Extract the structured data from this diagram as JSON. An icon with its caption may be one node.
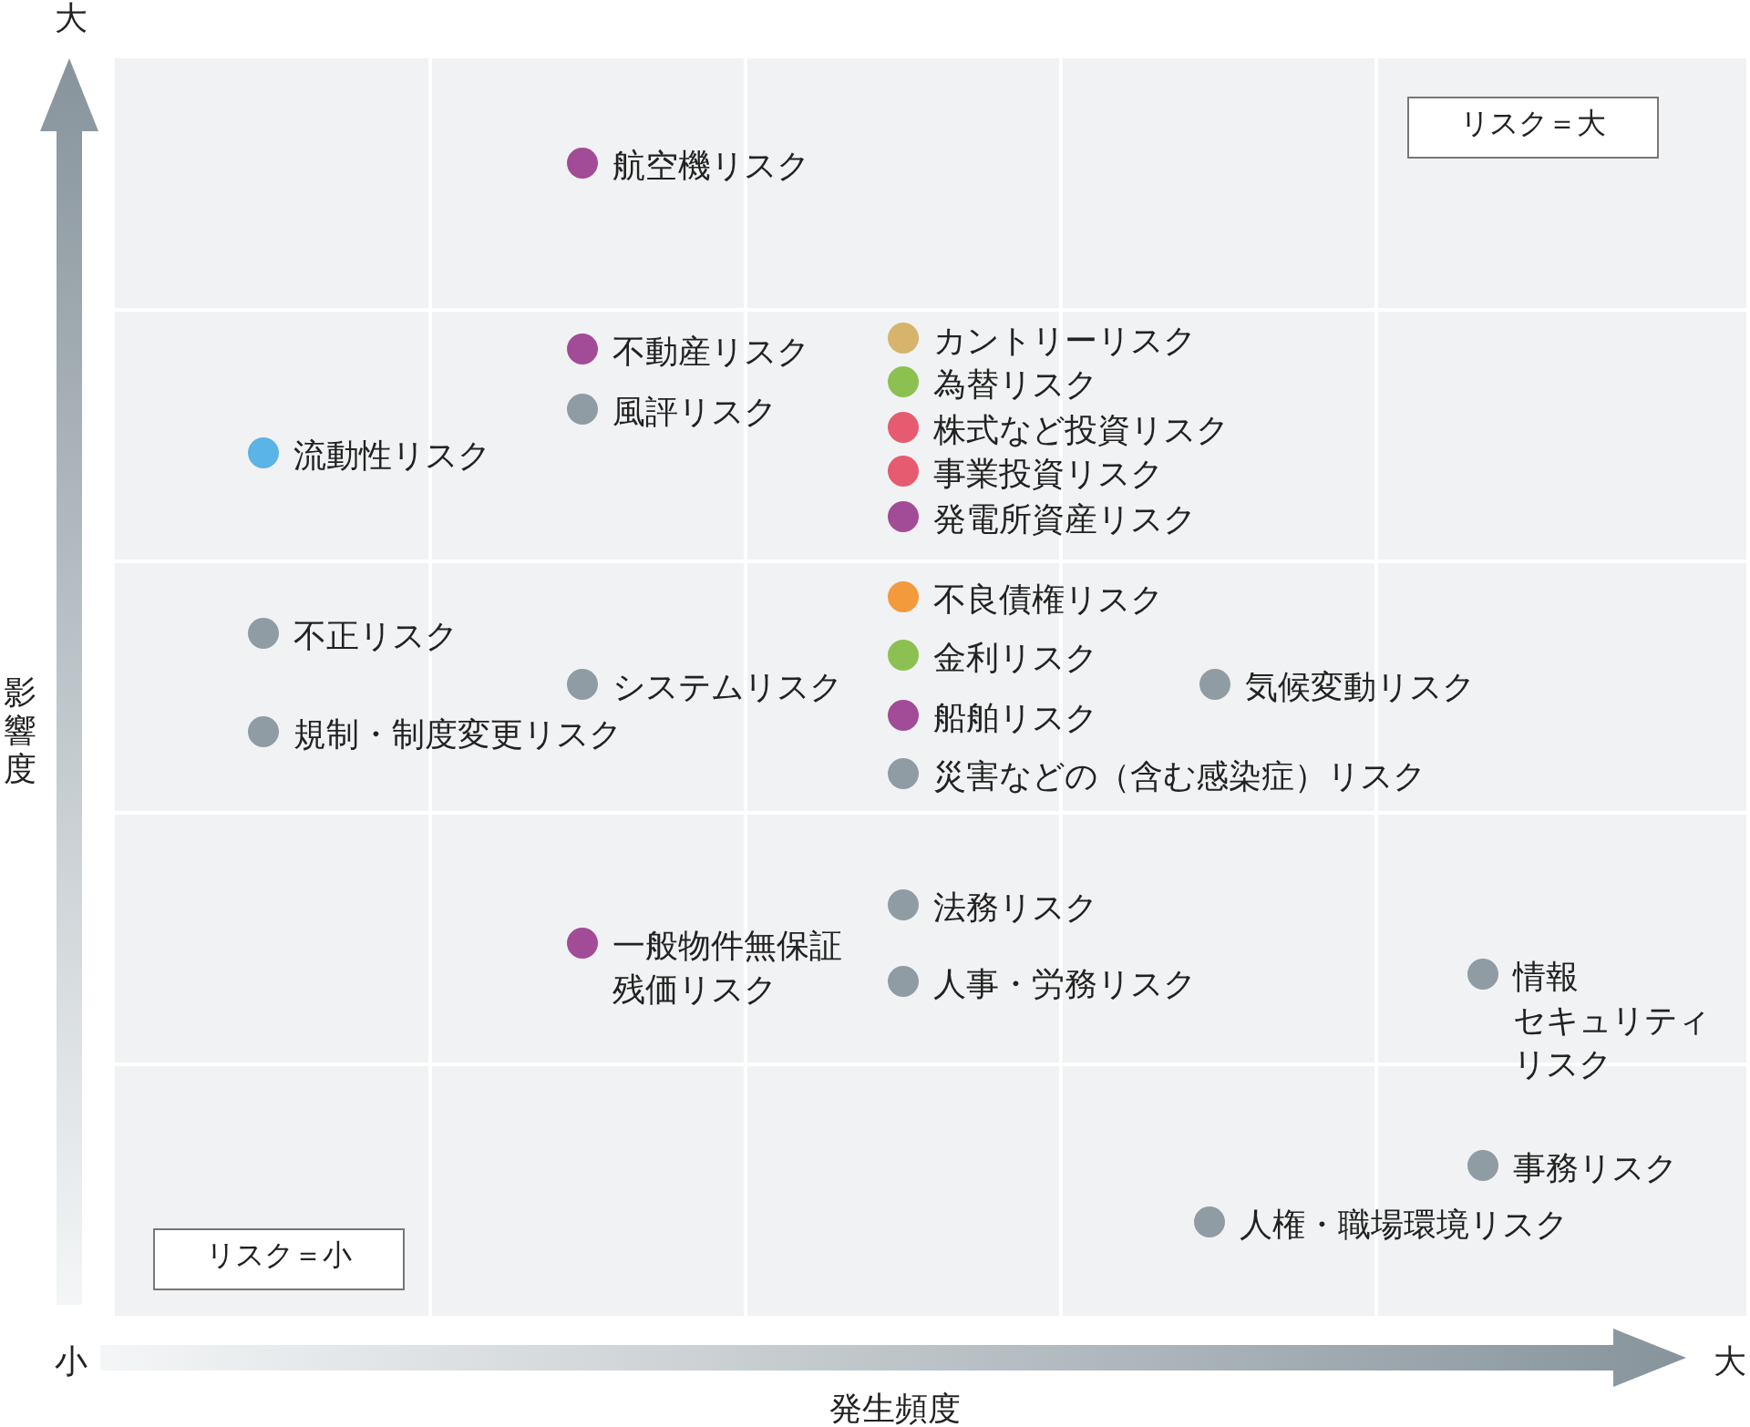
{
  "diagram": {
    "nodes": [
      {
        "text": [
          "リスク＝大"
        ]
      },
      {
        "text": [
          "リスク＝小"
        ]
      }
    ],
    "labels": [
      "大",
      "航空機リスク",
      "不動産リスク",
      "カントリーリスク",
      "為替リスク",
      "風評リスク",
      "株式など投資リスク",
      "流動性リスク",
      "事業投資リスク",
      "発電所資産リスク",
      "不良債権リスク",
      "不正リスク",
      "金利リスク",
      "システムリスク",
      "気候変動リスク",
      "影響度",
      "船舶リスク",
      "規制・制度変更リスク",
      "災害などの（含む感染症）リスク",
      "法務リスク",
      "一般物件無保証残価リスク",
      "情報セキュリティリスク",
      "人事・労務リスク",
      "事務リスク",
      "人権・職場環境リスク",
      "小",
      "大",
      "発生頻度"
    ]
  }
}
